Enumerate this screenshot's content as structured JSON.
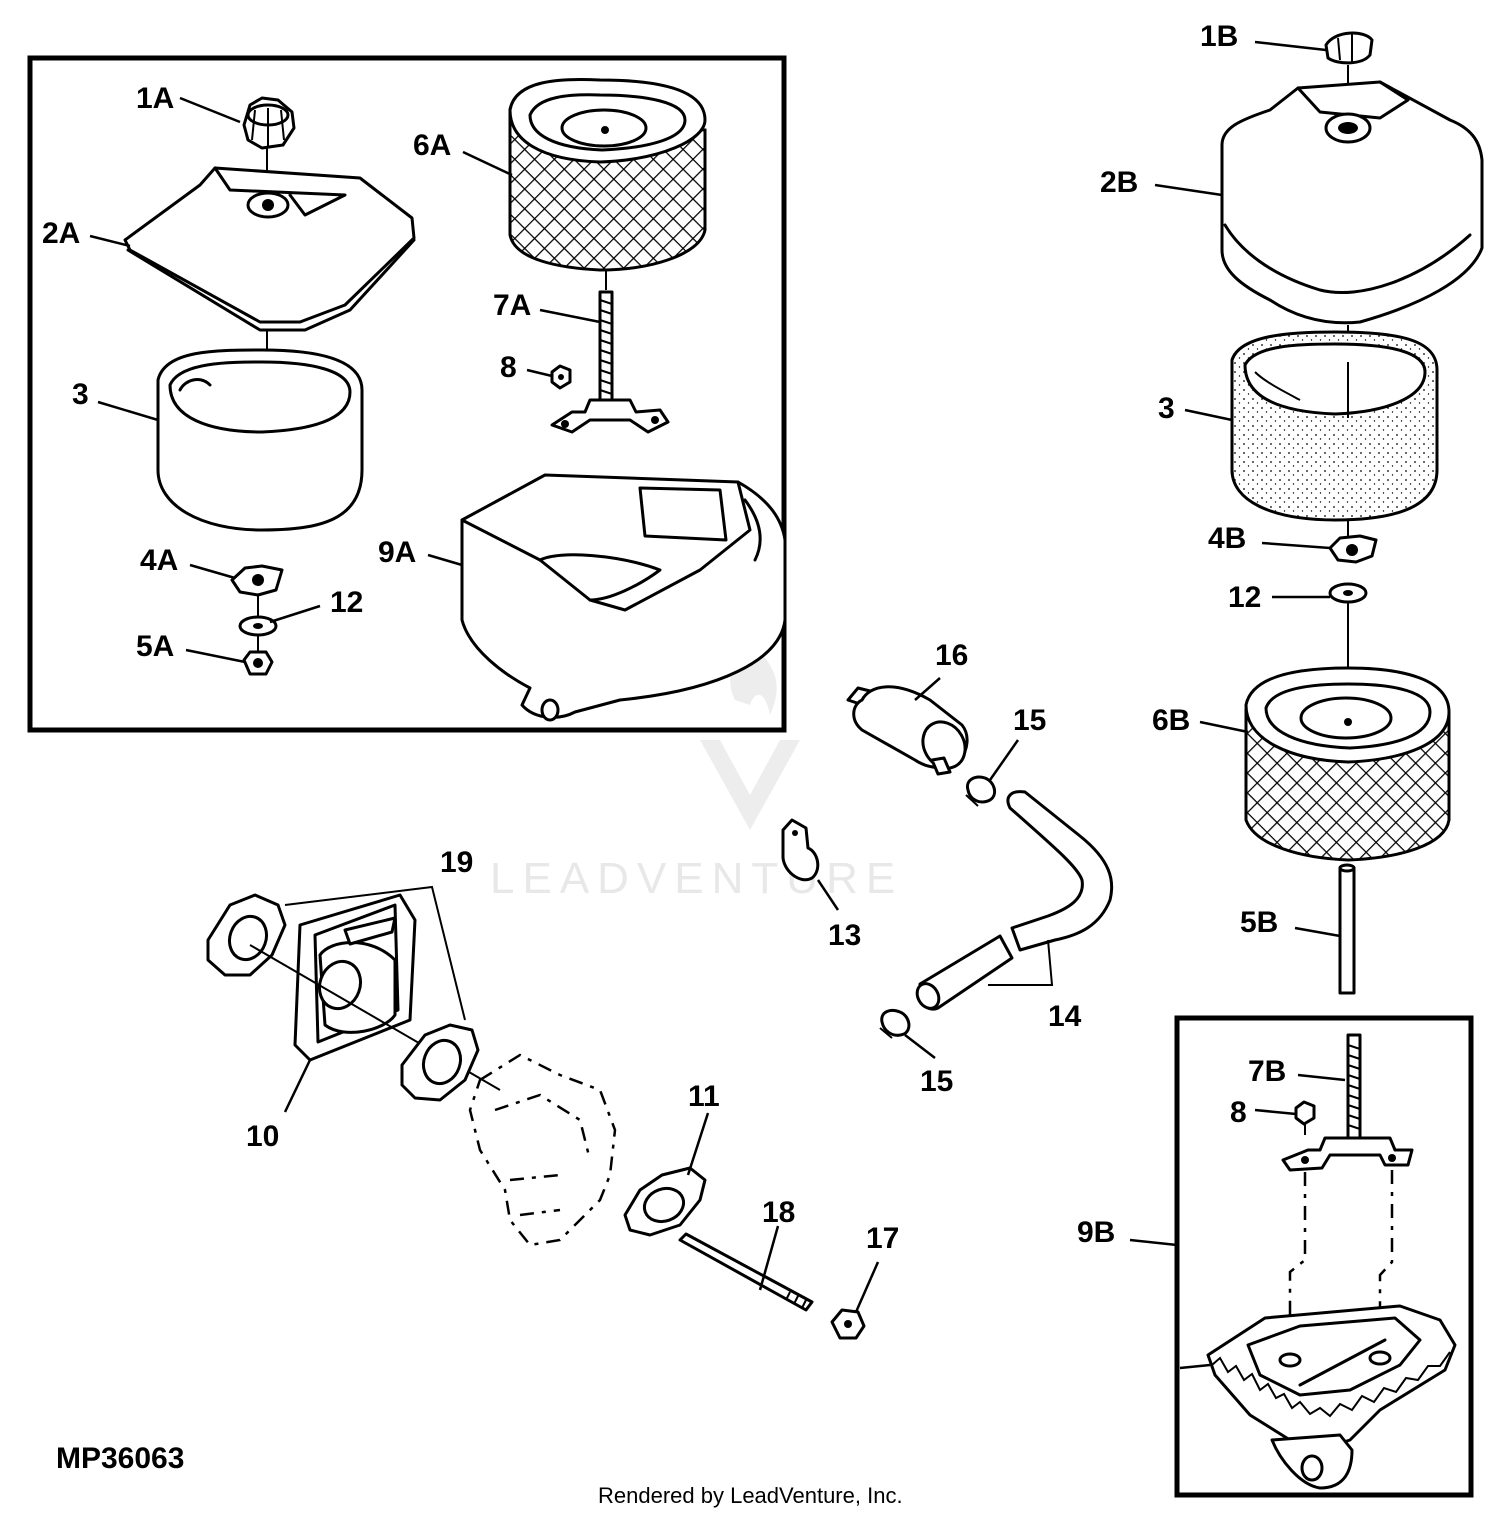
{
  "diagram_code": "MP36063",
  "footer": "Rendered by LeadVenture, Inc.",
  "watermark": "LEADVENTURE",
  "callouts": {
    "c1A": "1A",
    "c2A": "2A",
    "c3a": "3",
    "c4A": "4A",
    "c5A": "5A",
    "c6A": "6A",
    "c7A": "7A",
    "c8a": "8",
    "c9A": "9A",
    "c12a": "12",
    "c1B": "1B",
    "c2B": "2B",
    "c3b": "3",
    "c4B": "4B",
    "c12b": "12",
    "c6B": "6B",
    "c5B": "5B",
    "c7B": "7B",
    "c8b": "8",
    "c9B": "9B",
    "c16": "16",
    "c15a": "15",
    "c15b": "15",
    "c13": "13",
    "c14": "14",
    "c19": "19",
    "c10": "10",
    "c11": "11",
    "c18": "18",
    "c17": "17"
  }
}
